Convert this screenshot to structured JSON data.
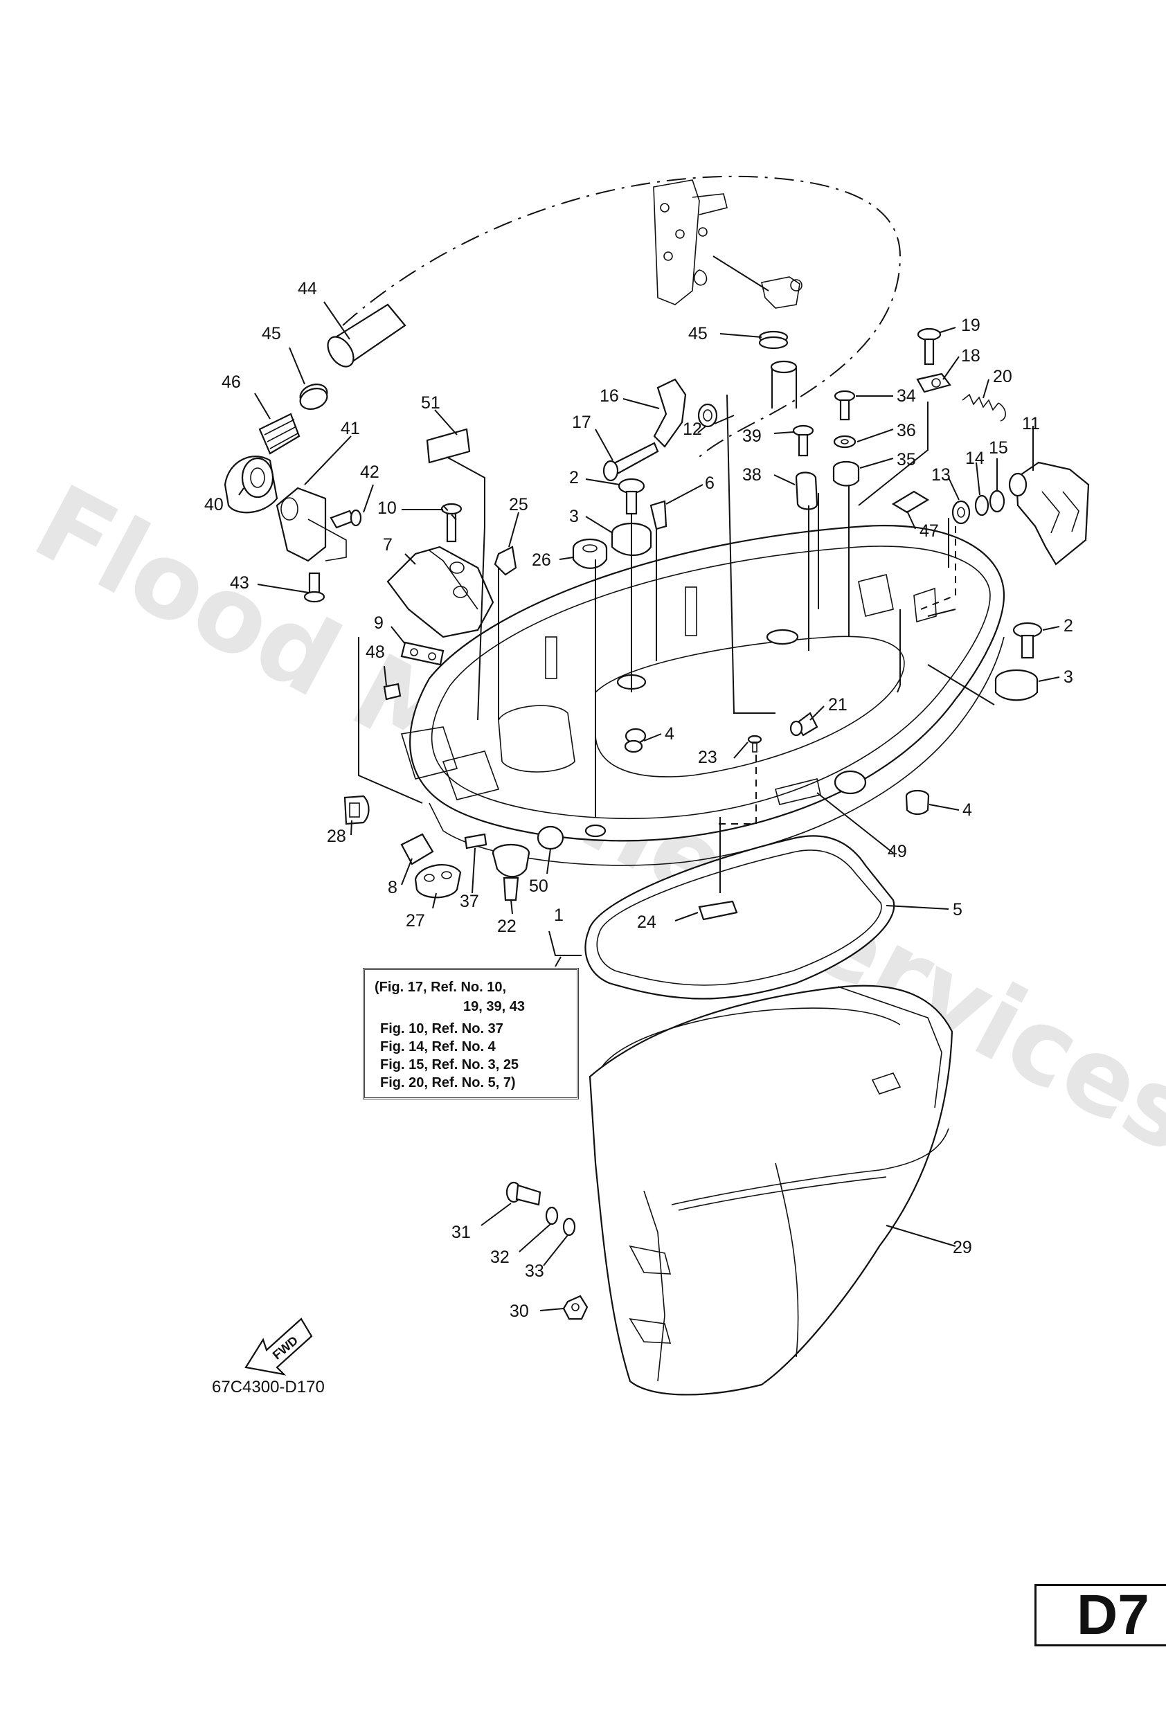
{
  "watermark": "Flood Marine Services",
  "figure_code": "67C4300-D170",
  "page_code": "D7",
  "fwd_label": "FWD",
  "reference_box": {
    "lines": [
      "(Fig. 17, Ref. No. 10,",
      "19, 39, 43",
      "Fig. 10, Ref. No. 37",
      "Fig. 14, Ref. No. 4",
      "Fig. 15, Ref. No. 3, 25",
      "Fig. 20, Ref. No. 5, 7)"
    ]
  },
  "callouts": [
    "44",
    "45",
    "46",
    "41",
    "42",
    "40",
    "43",
    "51",
    "10",
    "7",
    "25",
    "9",
    "48",
    "16",
    "17",
    "12",
    "2",
    "6",
    "3",
    "26",
    "45",
    "19",
    "18",
    "20",
    "34",
    "36",
    "39",
    "35",
    "38",
    "11",
    "13",
    "14",
    "15",
    "47",
    "2",
    "3",
    "21",
    "4",
    "23",
    "4",
    "49",
    "28",
    "8",
    "27",
    "37",
    "22",
    "50",
    "1",
    "24",
    "5",
    "29",
    "31",
    "32",
    "33",
    "30"
  ]
}
